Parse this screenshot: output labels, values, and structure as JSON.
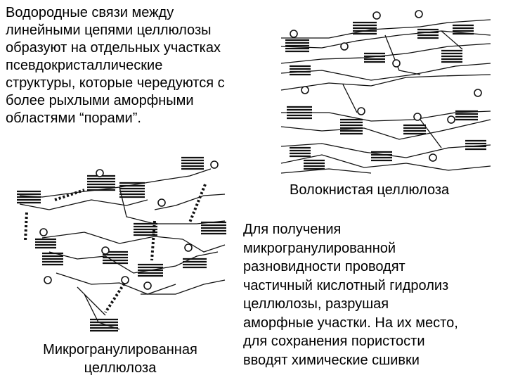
{
  "intro_text": "Водородные связи между\nлинейными цепями целлюлозы\nобразуют на отдельных участках\nпсевдокристаллические\nструктуры, которые чередуются с\nболее рыхлыми аморфными\nобластями “порами”.",
  "fibrous": {
    "caption": "Волокнистая целлюлоза"
  },
  "micro": {
    "caption": "Микрогранулированная\nцеллюлоза"
  },
  "description": "Для получения\nмикрогранулированной\nразновидности проводят\nчастичный кислотный гидролиз\nцеллюлозы, разрушая\nаморфные участки. На их место,\nдля сохранения пористости\nвводят химические сшивки",
  "colors": {
    "text": "#000000",
    "line": "#111111",
    "background": "#ffffff"
  }
}
